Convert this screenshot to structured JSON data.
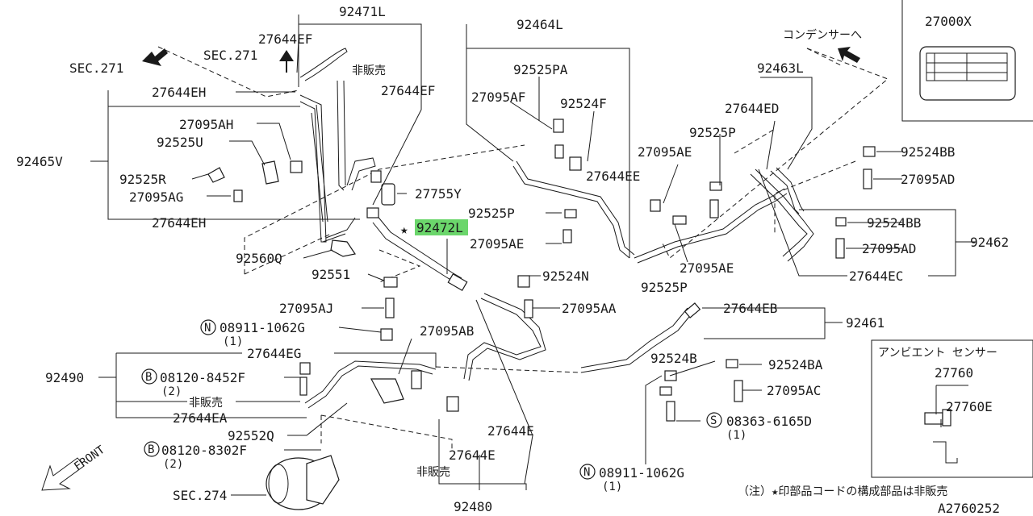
{
  "figure_id": "A2760252",
  "note": "（注）★印部品コードの構成部品は非販売",
  "highlight_color": "#6bd66b",
  "star": "★",
  "parts": {
    "p92471L": "92471L",
    "p27644EF_a": "27644EF",
    "p27644EF_b": "27644EF",
    "sec271_a": "SEC.271",
    "sec271_b": "SEC.271",
    "hihanbai_a": "非販売",
    "p27644EH_a": "27644EH",
    "p27644EH_b": "27644EH",
    "p27095AH": "27095AH",
    "p92525U": "92525U",
    "p92465V": "92465V",
    "p92525R": "92525R",
    "p27095AG": "27095AG",
    "p92560Q": "92560Q",
    "p27755Y": "27755Y",
    "p92472L": "92472L",
    "p92551": "92551",
    "p27095AJ": "27095AJ",
    "n08911_a": "08911-1062G",
    "n08911_a_qty": "(1)",
    "p27644EG": "27644EG",
    "p27095AB": "27095AB",
    "p92490": "92490",
    "b08120_a": "08120-8452F",
    "b08120_a_qty": "(2)",
    "hihanbai_b": "非販売",
    "p27644EA": "27644EA",
    "p92552Q": "92552Q",
    "b08120_b": "08120-8302F",
    "b08120_b_qty": "(2)",
    "sec274": "SEC.274",
    "front": "FRONT",
    "p92464L": "92464L",
    "p92525PA": "92525PA",
    "p27095AF": "27095AF",
    "p92524F": "92524F",
    "p27644EE": "27644EE",
    "p92525P_a": "92525P",
    "p27095AE_a": "27095AE",
    "p92524N": "92524N",
    "p27095AA": "27095AA",
    "p27644E_a": "27644E",
    "p27644E_b": "27644E",
    "hihanbai_c": "非販売",
    "p92480": "92480",
    "condenser": "コンデンサーへ",
    "p92463L": "92463L",
    "p27644ED": "27644ED",
    "p92525P_b": "92525P",
    "p27095AE_b": "27095AE",
    "p27095AE_c": "27095AE",
    "p92525P_c": "92525P",
    "p92524BB_a": "92524BB",
    "p27095AD_a": "27095AD",
    "p92524BB_b": "92524BB",
    "p27095AD_b": "27095AD",
    "p92462": "92462",
    "p27644EC": "27644EC",
    "p27644EB": "27644EB",
    "p92461": "92461",
    "p92524B": "92524B",
    "p92524BA": "92524BA",
    "p27095AC": "27095AC",
    "s08363": "08363-6165D",
    "s08363_qty": "(1)",
    "n08911_b": "08911-1062G",
    "n08911_b_qty": "(1)",
    "p27000X": "27000X",
    "ambient": "アンビエント センサー",
    "p27760": "27760",
    "p27760E": "27760E"
  },
  "callout_circles": {
    "n": "N",
    "b": "B",
    "s": "S"
  }
}
